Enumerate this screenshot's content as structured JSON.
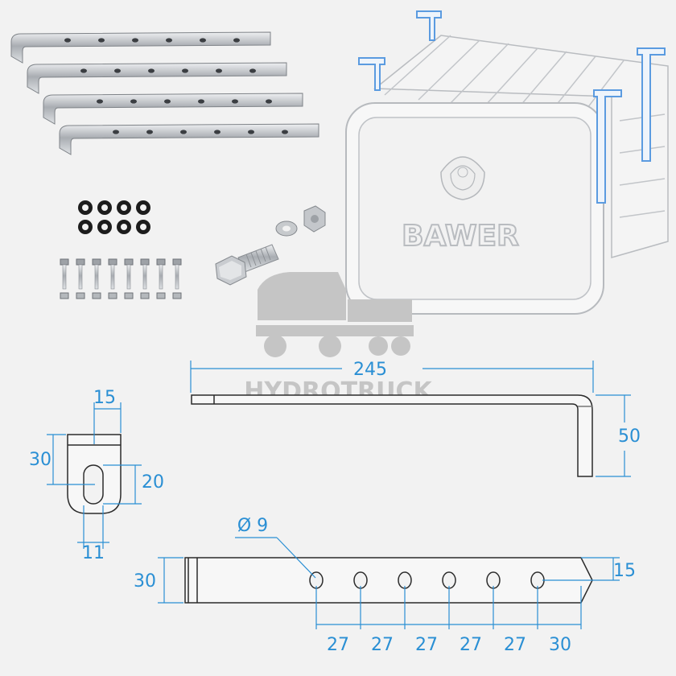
{
  "brand_label": "BAWER",
  "watermark": "HYDROTRUCK",
  "colors": {
    "background": "#f2f2f2",
    "dimension": "#2a8fd4",
    "bracket_highlight": "#6aa8e0",
    "outline": "#2b2b2b",
    "steel": "#b8bcc1",
    "watermark": "#c5c5c5"
  },
  "dimensions": {
    "length": "245",
    "height": "50",
    "slot_top": "15",
    "slot_side": "30",
    "slot_length": "20",
    "slot_width": "11",
    "hole_diameter": "Ø 9",
    "bar_width": "30",
    "end_offset": "15",
    "spacings": [
      "27",
      "27",
      "27",
      "27",
      "27",
      "30"
    ]
  }
}
